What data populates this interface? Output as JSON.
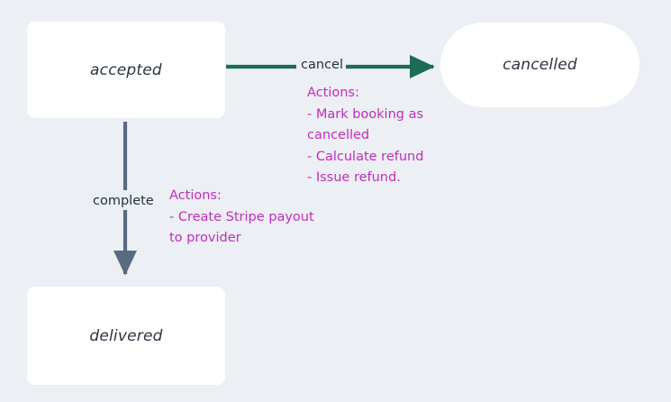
{
  "diagram": {
    "type": "state-machine",
    "background_color": "#eceff4",
    "nodes": [
      {
        "id": "accepted",
        "label": "accepted",
        "shape": "rounded-rect",
        "fill": "#ffffff",
        "text_color": "#2b3440"
      },
      {
        "id": "cancelled",
        "label": "cancelled",
        "shape": "pill",
        "fill": "#ffffff",
        "text_color": "#2b3440"
      },
      {
        "id": "delivered",
        "label": "delivered",
        "shape": "rounded-rect",
        "fill": "#ffffff",
        "text_color": "#2b3440"
      }
    ],
    "edges": [
      {
        "id": "accepted-to-cancelled",
        "from": "accepted",
        "to": "cancelled",
        "label": "cancel",
        "color": "#1b6b55",
        "direction": "right",
        "label_color": "#21323f"
      },
      {
        "id": "accepted-to-delivered",
        "from": "accepted",
        "to": "delivered",
        "label": "complete",
        "color": "#5a6b80",
        "direction": "down",
        "label_color": "#21323f"
      }
    ],
    "annotations": [
      {
        "id": "actions-cancel",
        "for_edge": "accepted-to-cancelled",
        "color": "#c12dbd",
        "lines": [
          "Actions:",
          "- Mark booking as",
          "cancelled",
          "- Calculate refund",
          "- Issue refund."
        ]
      },
      {
        "id": "actions-complete",
        "for_edge": "accepted-to-delivered",
        "color": "#c12dbd",
        "lines": [
          "Actions:",
          "- Create Stripe payout",
          "to provider"
        ]
      }
    ]
  }
}
